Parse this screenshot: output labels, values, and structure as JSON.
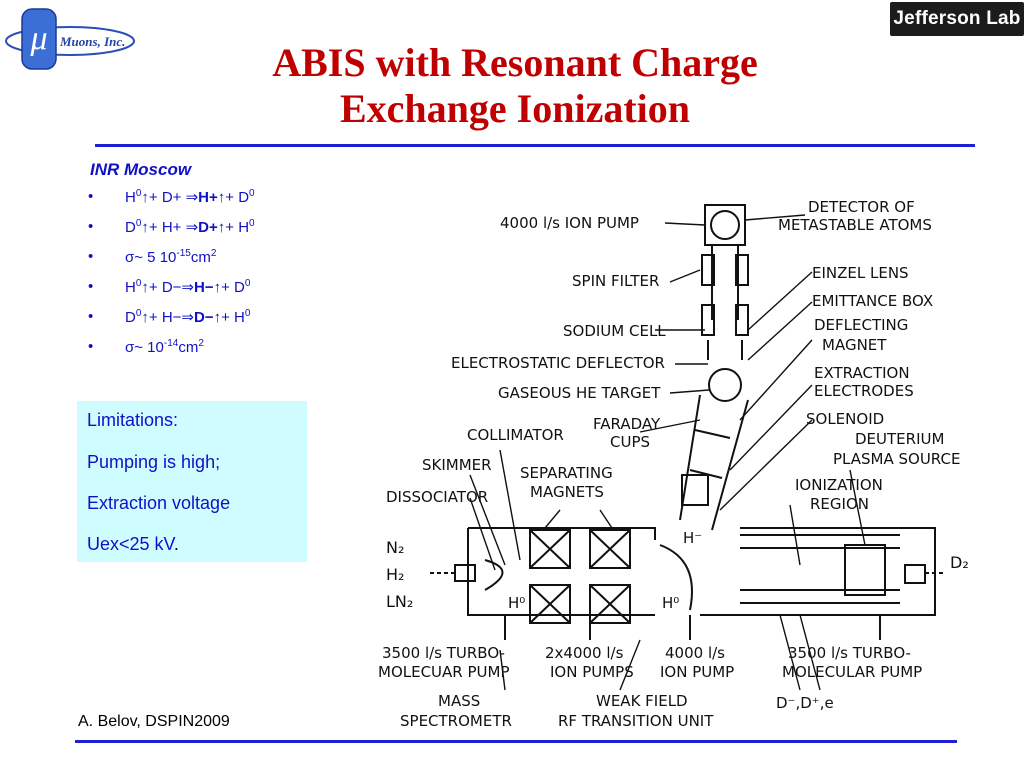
{
  "slide": {
    "title_line1": "ABIS with Resonant Charge",
    "title_line2": "Exchange Ionization",
    "credit": "A. Belov, DSPIN2009"
  },
  "logos": {
    "muons_symbol": "μ",
    "muons_text": "Muons, Inc.",
    "jlab_text": "Jefferson Lab"
  },
  "content": {
    "heading": "INR Moscow",
    "bullets": [
      {
        "a": "H",
        "a_sup": "0",
        "b": "↑+ D+ ⇒",
        "c": "H+",
        "d": "↑+ D",
        "d_sup": "0"
      },
      {
        "a": "D",
        "a_sup": "0",
        "b": "↑+ H+ ⇒",
        "c": "D+",
        "d": "↑+ H",
        "d_sup": "0"
      },
      {
        "a": "σ~ 5 10",
        "a_sup": "-15",
        "b": "cm",
        "c": "",
        "d": "",
        "d_sup": "2"
      },
      {
        "a": "H",
        "a_sup": "0",
        "b": "↑+ D−⇒",
        "c": "H−",
        "d": "↑+ D",
        "d_sup": "0"
      },
      {
        "a": "D",
        "a_sup": "0",
        "b": "↑+ H−⇒",
        "c": "D−",
        "d": "↑+ H",
        "d_sup": "0"
      },
      {
        "a": "σ~ 10",
        "a_sup": "-14",
        "b": "cm",
        "c": "",
        "d": "",
        "d_sup": "2"
      }
    ],
    "bullet_char": "•",
    "limitations": [
      "Limitations:",
      "Pumping is high;",
      "Extraction voltage",
      "Uex<25 kV"
    ],
    "limitations_end": "."
  },
  "diagram": {
    "labels": {
      "detector": [
        "DETECTOR OF",
        "METASTABLE ATOMS"
      ],
      "ion_pump_top": "4000 l/s ION PUMP",
      "spin_filter": "SPIN FILTER",
      "einzel": "EINZEL LENS",
      "emittance": "EMITTANCE BOX",
      "sodium": "SODIUM CELL",
      "deflecting": [
        "DEFLECTING",
        "MAGNET"
      ],
      "electrostatic": "ELECTROSTATIC DEFLECTOR",
      "extraction": [
        "EXTRACTION",
        "ELECTRODES"
      ],
      "gaseous": "GASEOUS HE TARGET",
      "solenoid": "SOLENOID",
      "faraday": [
        "FARADAY",
        "CUPS"
      ],
      "collimator": "COLLIMATOR",
      "deuterium": [
        "DEUTERIUM",
        "PLASMA SOURCE"
      ],
      "skimmer": "SKIMMER",
      "separating": [
        "SEPARATING",
        "MAGNETS"
      ],
      "ionization": [
        "IONIZATION",
        "REGION"
      ],
      "dissociator": "DISSOCIATOR",
      "h_minus": "H⁻",
      "n2": "N₂",
      "h2": "H₂",
      "ln2": "LN₂",
      "h0_left": "H⁰",
      "h0_right": "H⁰",
      "d2": "D₂",
      "turbo_left": [
        "3500 l/s TURBO-",
        "MOLECUAR PUMP"
      ],
      "ion_pumps": [
        "2x4000 l/s",
        "ION PUMPS"
      ],
      "ion_pump_bottom": [
        "4000 l/s",
        "ION PUMP"
      ],
      "turbo_right": [
        "3500 l/s TURBO-",
        "MOLECULAR PUMP"
      ],
      "mass": [
        "MASS",
        "SPECTROMETR"
      ],
      "weak_field": [
        "WEAK FIELD",
        "RF TRANSITION UNIT"
      ],
      "d_products": "D⁻,D⁺,e"
    }
  }
}
